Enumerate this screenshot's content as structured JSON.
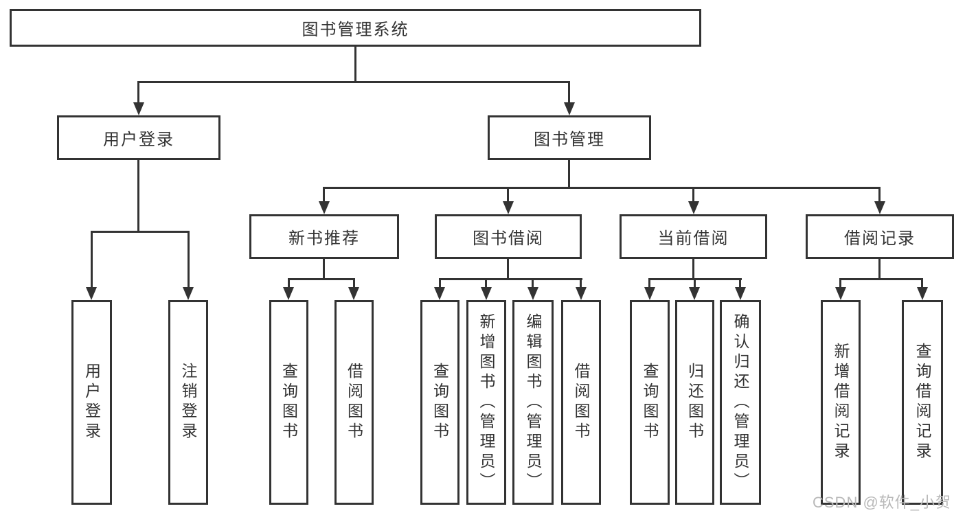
{
  "tree": {
    "root": {
      "label": "图书管理系统"
    },
    "branches": [
      {
        "label": "用户登录",
        "children": [
          "用户登录",
          "注销登录"
        ]
      },
      {
        "label": "图书管理",
        "sections": [
          {
            "label": "新书推荐",
            "children": [
              "查询图书",
              "借阅图书"
            ]
          },
          {
            "label": "图书借阅",
            "children": [
              "查询图书",
              "新增图书（管理员）",
              "编辑图书（管理员）",
              "借阅图书"
            ]
          },
          {
            "label": "当前借阅",
            "children": [
              "查询图书",
              "归还图书",
              "确认归还（管理员）"
            ]
          },
          {
            "label": "借阅记录",
            "children": [
              "新增借阅记录",
              "查询借阅记录"
            ]
          }
        ]
      }
    ]
  },
  "watermark": "CSDN @软件_小贺同学",
  "colors": {
    "line": "#333333",
    "text": "#333333",
    "watermark": "#b9b9b9",
    "background": "#ffffff"
  }
}
